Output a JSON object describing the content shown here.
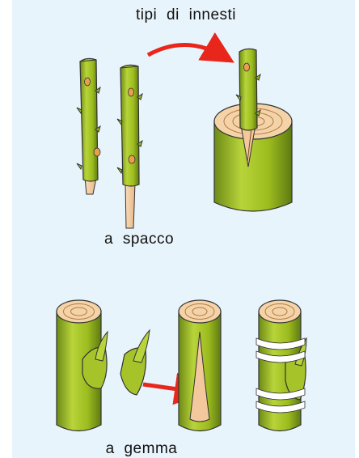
{
  "diagram": {
    "title": "tipi di innesti",
    "sections": [
      {
        "label": "a spacco"
      },
      {
        "label": "a gemma"
      }
    ]
  },
  "colors": {
    "background": "#e8f4fb",
    "bark_green": "#9cbc1e",
    "bark_dark": "#5f7a12",
    "wood": "#f2c89c",
    "bud": "#e8a04c",
    "arrow": "#e8261c",
    "binding": "#ffffff"
  }
}
